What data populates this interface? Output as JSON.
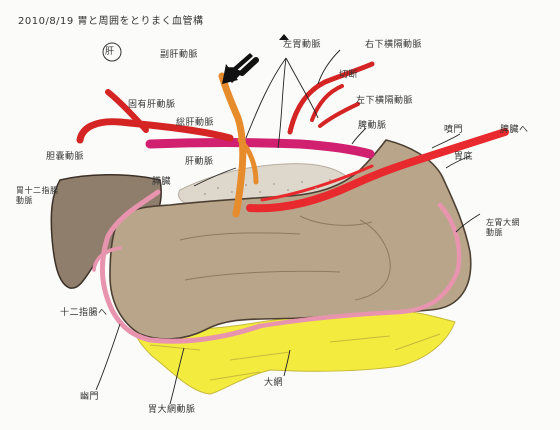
{
  "header": {
    "date": "2010/8/19",
    "title": "胃と周囲をとりまく血管構"
  },
  "labels": {
    "liver": "肝",
    "accessory_hepatic_artery": "副肝動脈",
    "left_gastric_artery": "左胃動脈",
    "right_inferior_phrenic_artery": "右下横隔動脈",
    "cut_artery": "切断",
    "proper_hepatic_artery": "固有肝動脈",
    "left_phrenic_artery": "左下横隔動脈",
    "common_hepatic_artery": "総肝動脈",
    "splenic_artery": "脾動脈",
    "spleen_direction": "脾臓へ",
    "cystic_artery": "胆嚢動脈",
    "gastric_fundus": "胃底",
    "pancreas": "膵臓",
    "hepatic_artery_2": "肝動脈",
    "duodenal_artery": "胃十二指腸\n動脈",
    "left_gastroepiploic_artery": "左胃大網\n動脈",
    "duodenum_direction": "十二指腸へ",
    "pylorus": "幽門",
    "greater_omentum": "大網",
    "right_gastroepiploic_artery": "胃大網動脈",
    "cardia": "噴門"
  },
  "colors": {
    "stomach": "#b9a68a",
    "stomach_edge": "#4d4033",
    "liver": "#8f7e6c",
    "artery_red": "#d42424",
    "bright_red": "#e8292d",
    "artery_magenta": "#d0206f",
    "pink_vessel": "#e894ae",
    "orange_vessel": "#e68c2c",
    "omentum_yellow": "#f3ec3e",
    "pancreas_gray": "#ddd7cc"
  }
}
